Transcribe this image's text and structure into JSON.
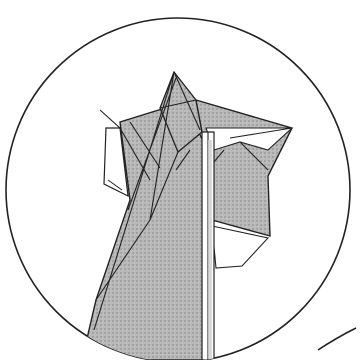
{
  "diagram": {
    "subject": "origami-fold-step-detail",
    "shapes": [
      "circular-detail-frame",
      "folded-paper-model",
      "leader-line"
    ],
    "colors": {
      "background": "#ffffff",
      "outline": "#222222",
      "paper_fill": "#b7b7b7",
      "paper_texture": "#999999",
      "paper_white_side": "#ffffff"
    }
  }
}
